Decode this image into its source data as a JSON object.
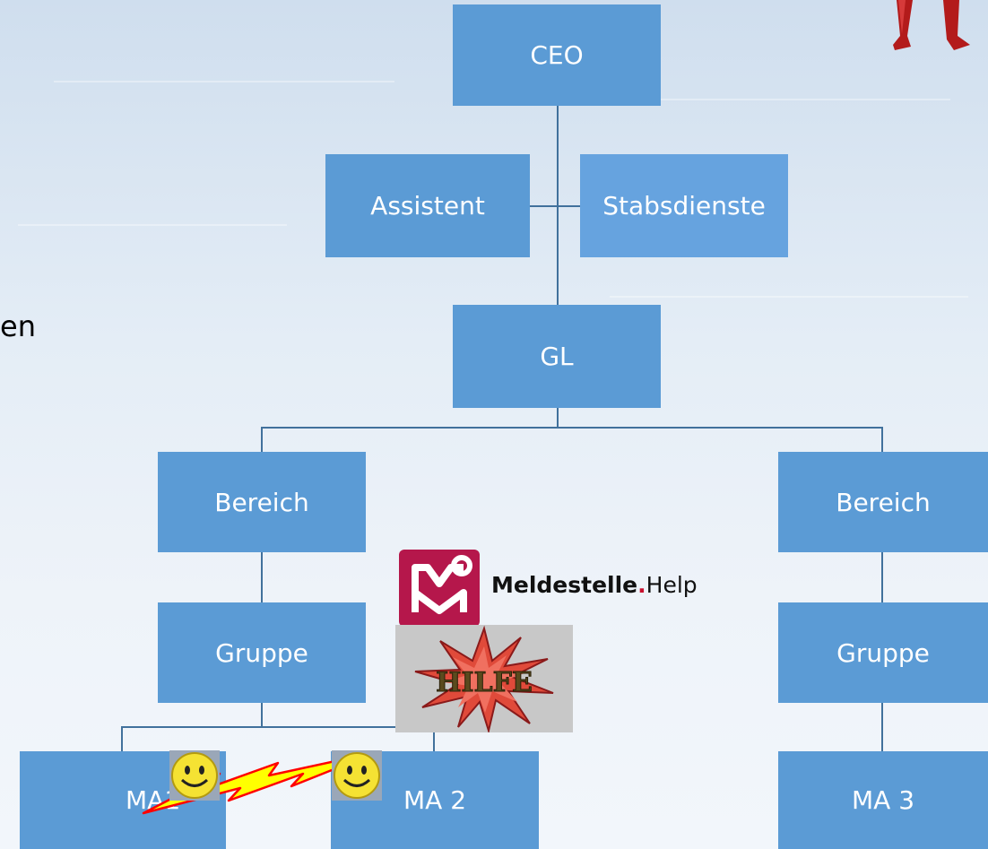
{
  "chart": {
    "nodes": {
      "ceo": "CEO",
      "assistent": "Assistent",
      "stabsdienste": "Stabsdienste",
      "gl": "GL",
      "bereich_left": "Bereich",
      "bereich_right": "Bereich",
      "gruppe_left": "Gruppe",
      "gruppe_right": "Gruppe",
      "ma1": "MA1",
      "ma2": "MA 2",
      "ma3": "MA 3"
    }
  },
  "side_text": "en",
  "logo": {
    "brand": "Meldestelle",
    "dot": ".",
    "suffix": "Help",
    "brand_color": "#b5174b"
  },
  "hilfe_label": "HILFE",
  "colors": {
    "box": "#5b9bd5",
    "connector": "#41719c",
    "bolt_fill": "#ffff00",
    "bolt_stroke": "#ff0000"
  },
  "icons": [
    "person-figure-icon",
    "meldestelle-logo-icon",
    "hilfe-burst-icon",
    "smiley-icon",
    "lightning-bolt-icon"
  ]
}
